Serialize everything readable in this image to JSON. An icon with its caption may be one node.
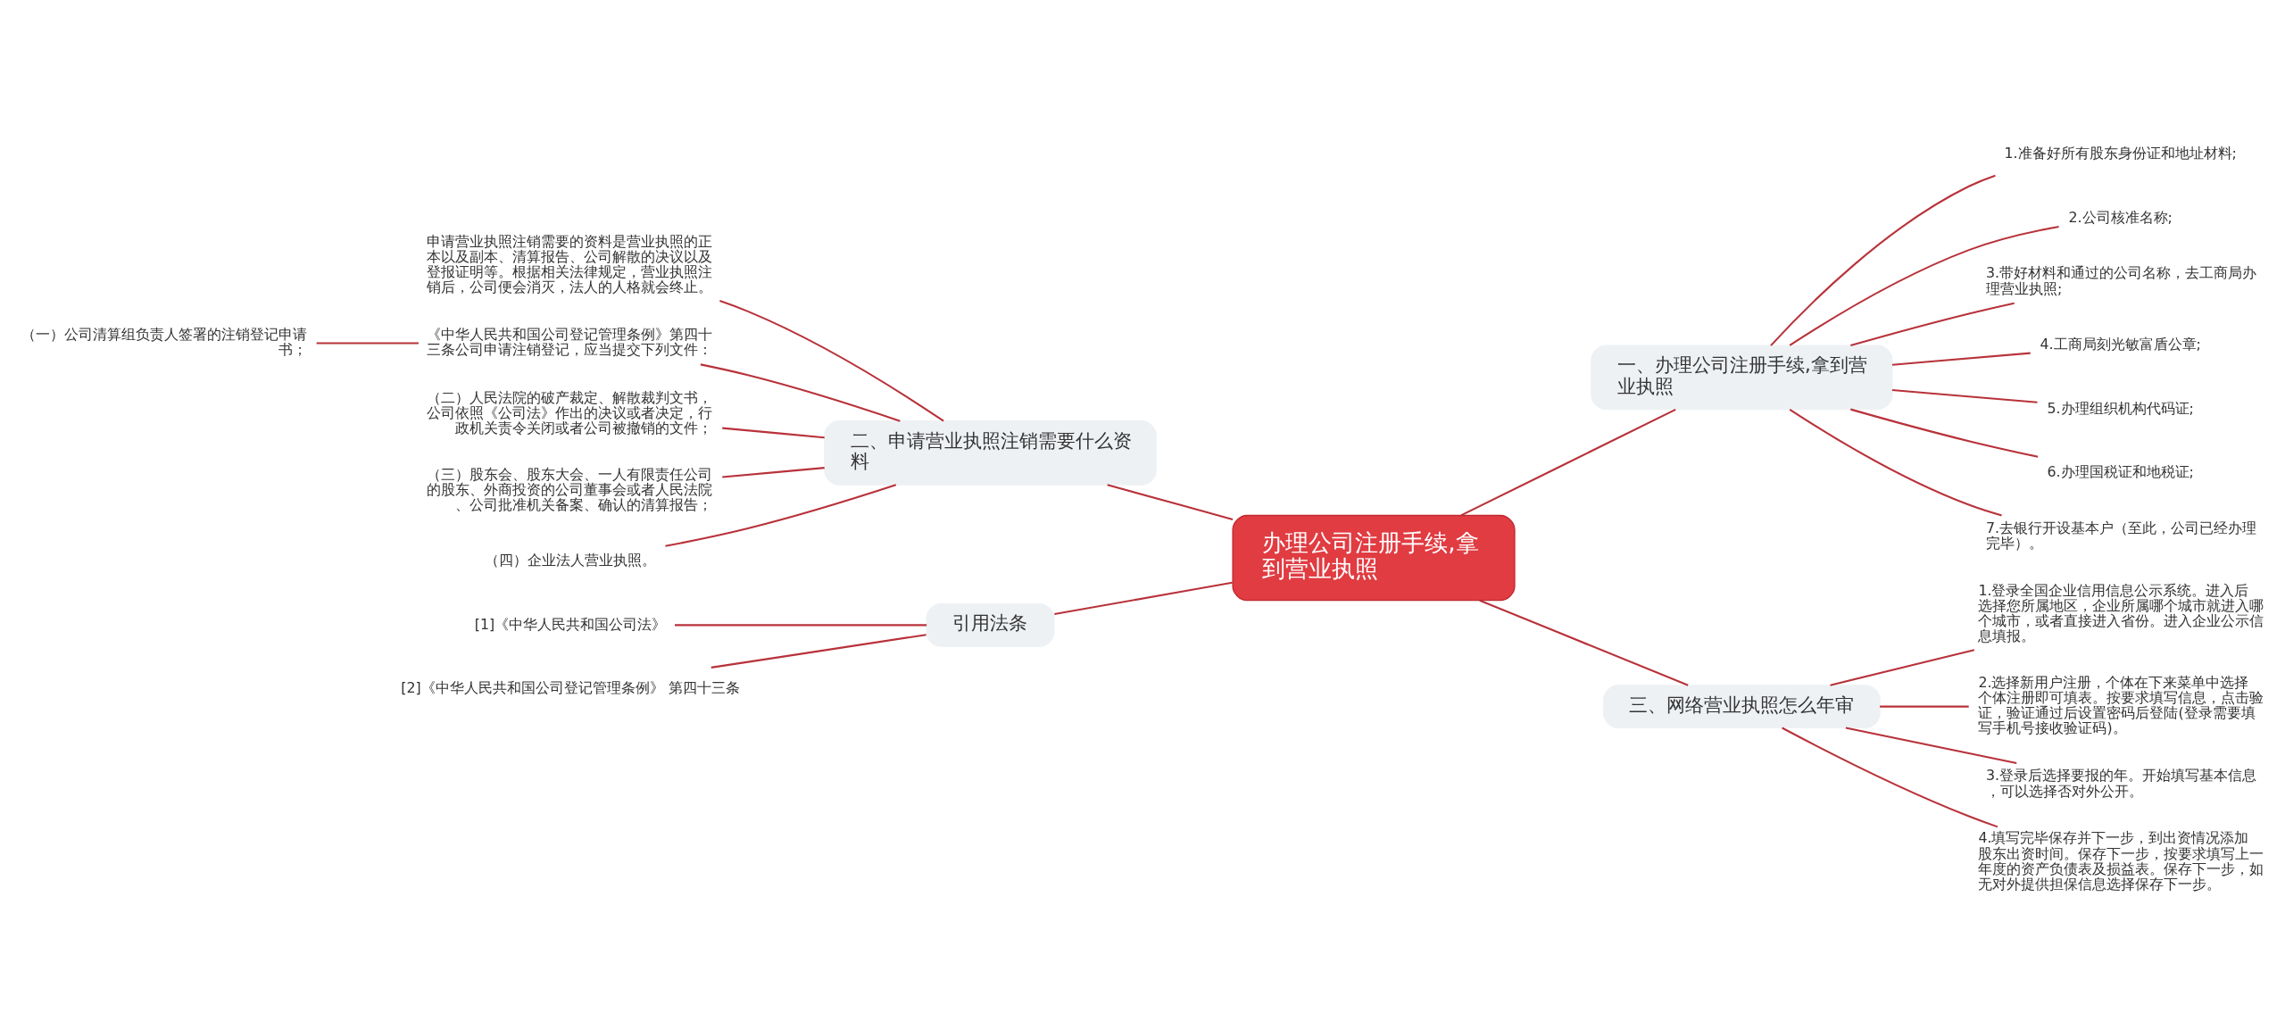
{
  "diagram": {
    "nodes": [
      {
        "text": [
          "办理公司注册手续,拿到营业执照"
        ]
      },
      {
        "text": [
          "一、办理公司注册手续,拿到营业执照"
        ]
      },
      {
        "text": [
          "1.准备好所有股东身份证和地址材料;"
        ]
      },
      {
        "text": [
          "2.公司核准名称;"
        ]
      },
      {
        "text": [
          "3.带好材料和通过的公司名称，去工商局办理营业执照;"
        ]
      },
      {
        "text": [
          "4.工商局刻光敏富盾公章;"
        ]
      },
      {
        "text": [
          "5.办理组织机构代码证;"
        ]
      },
      {
        "text": [
          "6.办理国税证和地税证;"
        ]
      },
      {
        "text": [
          "7.去银行开设基本户（至此，公司已经办理完毕）。"
        ]
      },
      {
        "text": [
          "二、申请营业执照注销需要什么资料"
        ]
      },
      {
        "text": [
          "申请营业执照注销需要的资料是营业执照的正本以及副本、清算报告、公司解散的决议以及登报证明等。根据相关法律规定，营业执照注销后，公司便会消灭，法人的人格就会终止。"
        ]
      },
      {
        "text": [
          "《中华人民共和国公司登记管理条例》第四十三条公司申请注销登记，应当提交下列文件："
        ]
      },
      {
        "text": [
          "（一）公司清算组负责人签署的注销登记申请书；"
        ]
      },
      {
        "text": [
          "（二）人民法院的破产裁定、解散裁判文书，公司依照《公司法》作出的决议或者决定，行政机关责令关闭或者公司被撤销的文件；"
        ]
      },
      {
        "text": [
          "（三）股东会、股东大会、一人有限责任公司的股东、外商投资的公司董事会或者人民法院、公司批准机关备案、确认的清算报告；"
        ]
      },
      {
        "text": [
          "（四）企业法人营业执照。"
        ]
      },
      {
        "text": [
          "引用法条"
        ]
      },
      {
        "text": [
          "[1]《中华人民共和国公司法》"
        ]
      },
      {
        "text": [
          "[2]《中华人民共和国公司登记管理条例》 第四十三条"
        ]
      },
      {
        "text": [
          "三、网络营业执照怎么年审"
        ]
      },
      {
        "text": [
          "1.登录全国企业信用信息公示系统。进入后选择您所属地区，企业所属哪个城市就进入哪个城市，或者直接进入省份。进入企业公示信息填报。"
        ]
      },
      {
        "text": [
          "2.选择新用户注册，个体在下来菜单中选择个体注册即可填表。按要求填写信息，点击验证，验证通过后设置密码后登陆(登录需要填写手机号接收验证码)。"
        ]
      },
      {
        "text": [
          "3.登录后选择要报的年。开始填写基本信息，可以选择否对外公开。"
        ]
      },
      {
        "text": [
          "4.填写完毕保存并下一步，到出资情况添加股东出资时间。保存下一步，按要求填写上一年度的资产负债表及损益表。保存下一步，如无对外提供担保信息选择保存下一步。"
        ]
      }
    ],
    "edges": [
      {
        "from": 0,
        "to": 1,
        "arrow": "none"
      },
      {
        "from": 1,
        "to": 2,
        "arrow": "none"
      },
      {
        "from": 1,
        "to": 3,
        "arrow": "none"
      },
      {
        "from": 1,
        "to": 4,
        "arrow": "none"
      },
      {
        "from": 1,
        "to": 5,
        "arrow": "none"
      },
      {
        "from": 1,
        "to": 6,
        "arrow": "none"
      },
      {
        "from": 1,
        "to": 7,
        "arrow": "none"
      },
      {
        "from": 1,
        "to": 8,
        "arrow": "none"
      },
      {
        "from": 0,
        "to": 9,
        "arrow": "none"
      },
      {
        "from": 9,
        "to": 10,
        "arrow": "none"
      },
      {
        "from": 9,
        "to": 11,
        "arrow": "none"
      },
      {
        "from": 11,
        "to": 12,
        "arrow": "none"
      },
      {
        "from": 9,
        "to": 13,
        "arrow": "none"
      },
      {
        "from": 9,
        "to": 14,
        "arrow": "none"
      },
      {
        "from": 9,
        "to": 15,
        "arrow": "none"
      },
      {
        "from": 0,
        "to": 16,
        "arrow": "none"
      },
      {
        "from": 16,
        "to": 17,
        "arrow": "none"
      },
      {
        "from": 16,
        "to": 18,
        "arrow": "none"
      },
      {
        "from": 0,
        "to": 19,
        "arrow": "none"
      },
      {
        "from": 19,
        "to": 20,
        "arrow": "none"
      },
      {
        "from": 19,
        "to": 21,
        "arrow": "none"
      },
      {
        "from": 19,
        "to": 22,
        "arrow": "none"
      },
      {
        "from": 19,
        "to": 23,
        "arrow": "none"
      }
    ]
  }
}
